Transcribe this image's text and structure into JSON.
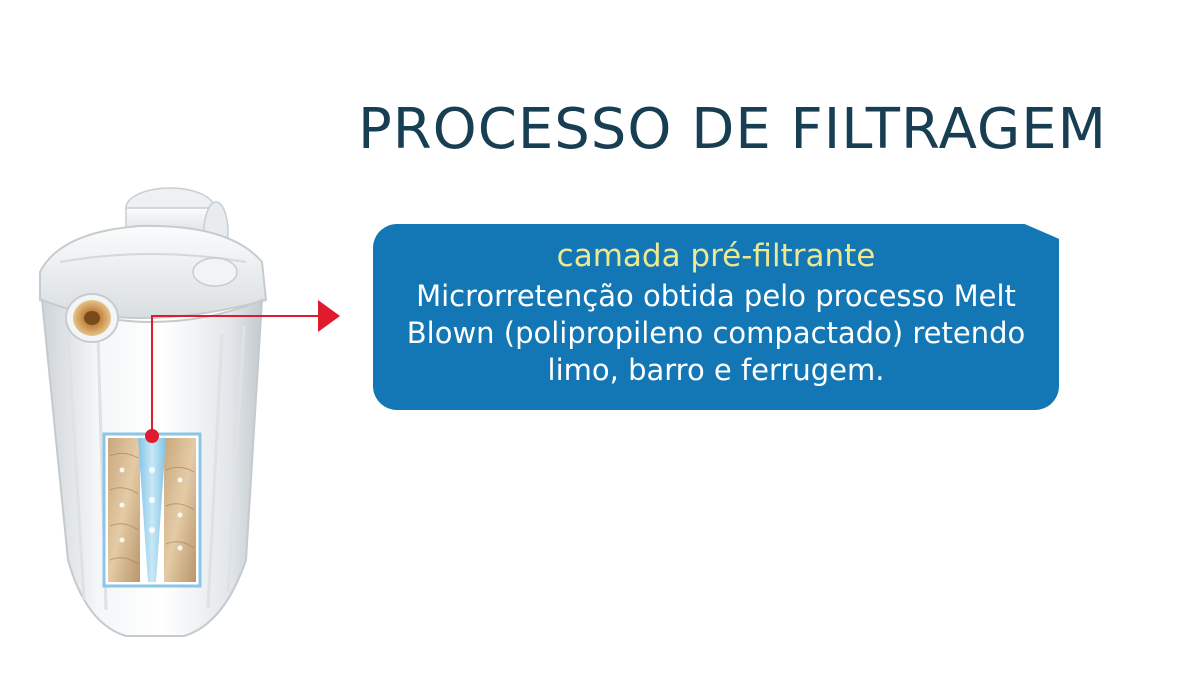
{
  "title": "PROCESSO DE FILTRAGEM",
  "box": {
    "heading": "camada pré-filtrante",
    "lines": [
      "Microrretenção obtida pelo processo Melt",
      "Blown (polipropileno compactado) retendo",
      "limo, barro e ferrugem."
    ]
  },
  "colors": {
    "title": "#173e52",
    "box_background": "#1277b4",
    "heading_text": "#eee890",
    "body_text": "#ffffff",
    "arrow": "#e01b2d"
  },
  "illustration": {
    "subject": "water-filter-housing-cutaway",
    "icon": "filter-housing-icon"
  }
}
